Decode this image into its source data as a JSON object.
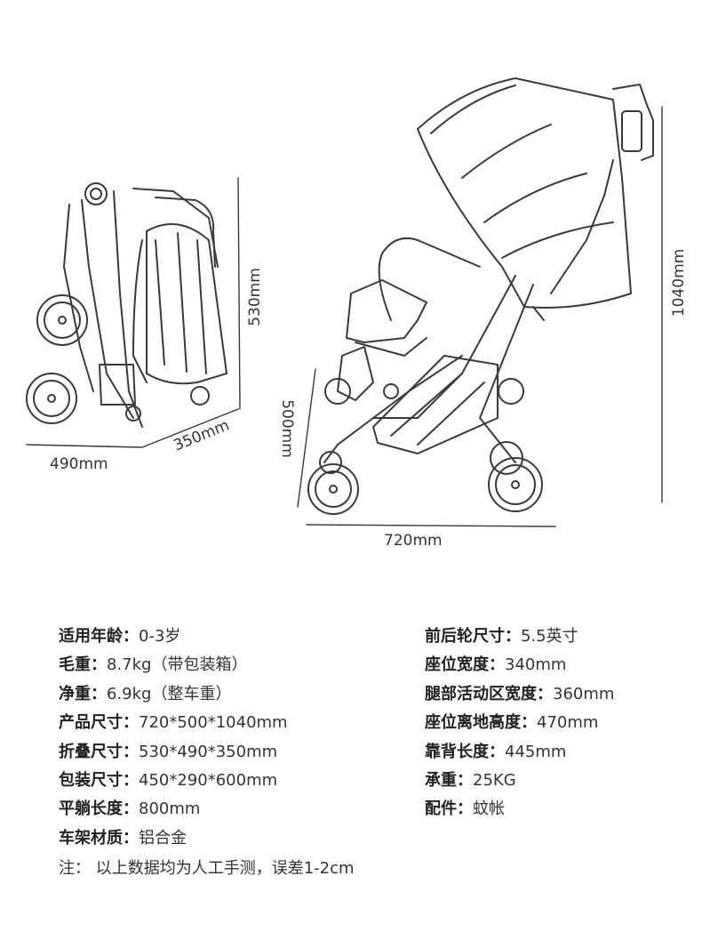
{
  "dimensions": {
    "folded_height": "530mm",
    "folded_width": "490mm",
    "folded_depth": "350mm",
    "open_height": "1040mm",
    "open_depth": "500mm",
    "open_length": "720mm"
  },
  "specs_left": [
    {
      "label": "适用年龄：",
      "value": "0-3岁"
    },
    {
      "label": "毛重：",
      "value": "8.7kg（带包装箱）"
    },
    {
      "label": "净重：",
      "value": "6.9kg（整车重）"
    },
    {
      "label": "产品尺寸：",
      "value": "720*500*1040mm"
    },
    {
      "label": "折叠尺寸：",
      "value": "530*490*350mm"
    },
    {
      "label": "包装尺寸：",
      "value": "450*290*600mm"
    },
    {
      "label": "平躺长度：",
      "value": "800mm"
    },
    {
      "label": "车架材质：",
      "value": "铝合金"
    }
  ],
  "specs_right": [
    {
      "label": "前后轮尺寸：",
      "value": "5.5英寸"
    },
    {
      "label": "座位宽度：",
      "value": "340mm"
    },
    {
      "label": "腿部活动区宽度：",
      "value": "360mm"
    },
    {
      "label": "座位离地高度：",
      "value": "470mm"
    },
    {
      "label": "靠背长度：",
      "value": "445mm"
    },
    {
      "label": "承重：",
      "value": "25KG"
    },
    {
      "label": "配件：",
      "value": "蚊帐"
    }
  ],
  "note": "注：  以上数据均为人工手测，误差1-2cm",
  "colors": {
    "line": "#3a3a3a",
    "text": "#333333"
  }
}
